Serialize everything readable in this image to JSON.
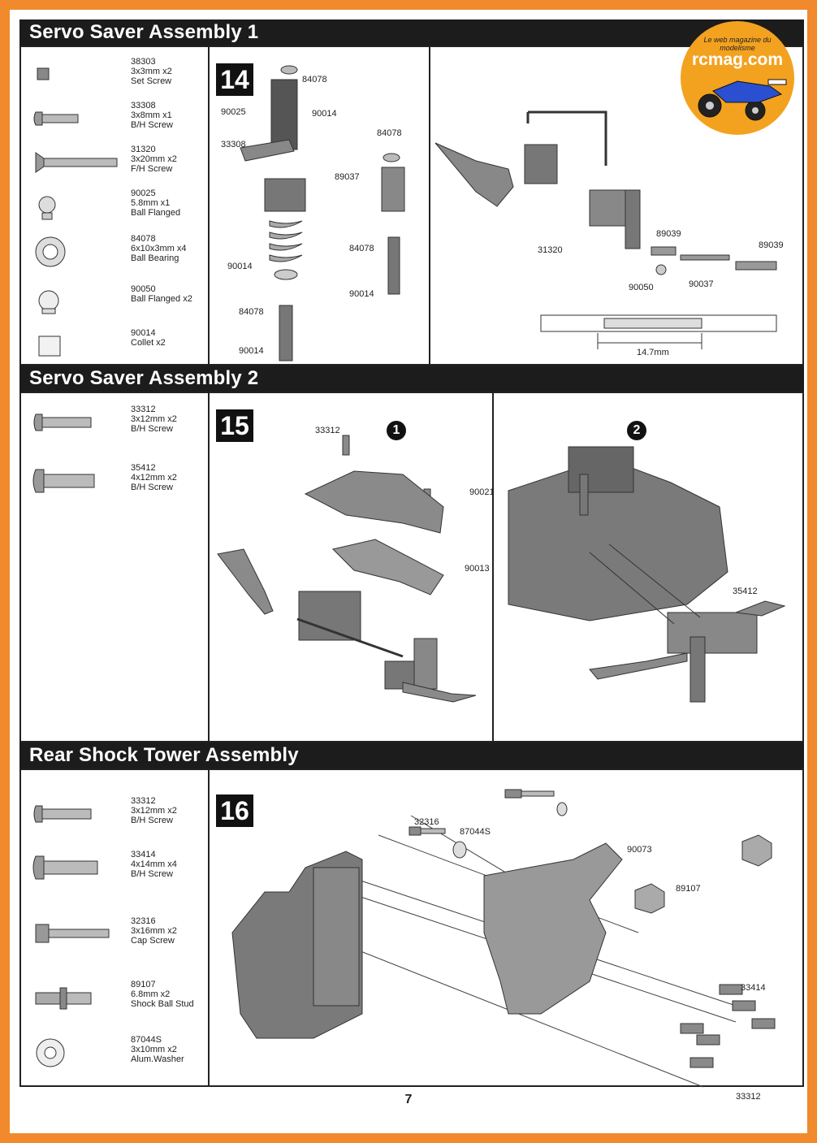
{
  "logo": {
    "tagline": "Le web magazine du modelisme",
    "name": "rcmag.com"
  },
  "sections": [
    {
      "title": "Servo Saver Assembly 1",
      "step": "14",
      "parts": [
        {
          "code": "38303",
          "size": "3x3mm x2",
          "name": "Set Screw",
          "icon": "set-screw-icon"
        },
        {
          "code": "33308",
          "size": "3x8mm x1",
          "name": "B/H Screw",
          "icon": "button-head-screw-icon"
        },
        {
          "code": "31320",
          "size": "3x20mm x2",
          "name": "F/H Screw",
          "icon": "flat-head-screw-icon"
        },
        {
          "code": "90025",
          "size": "5.8mm x1",
          "name": "Ball Flanged",
          "icon": "ball-flanged-icon"
        },
        {
          "code": "84078",
          "size": "6x10x3mm x4",
          "name": "Ball Bearing",
          "icon": "ball-bearing-icon"
        },
        {
          "code": "90050",
          "size": "",
          "name": "Ball Flanged x2",
          "icon": "ball-flanged-icon"
        },
        {
          "code": "90014",
          "size": "",
          "name": "Collet x2",
          "icon": "collet-icon"
        }
      ],
      "callouts": [
        "84078",
        "90014",
        "90025",
        "33308",
        "89037",
        "84078",
        "90014",
        "84078",
        "84078",
        "90014",
        "90014",
        "31320",
        "89039",
        "89039",
        "90050",
        "90037"
      ],
      "measure": "14.7mm"
    },
    {
      "title": "Servo Saver Assembly 2",
      "step": "15",
      "parts": [
        {
          "code": "33312",
          "size": "3x12mm x2",
          "name": "B/H Screw",
          "icon": "button-head-screw-icon"
        },
        {
          "code": "35412",
          "size": "4x12mm x2",
          "name": "B/H Screw",
          "icon": "button-head-screw-icon"
        }
      ],
      "substeps": [
        "1",
        "2"
      ],
      "callouts": [
        "33312",
        "90021",
        "90013",
        "35412"
      ]
    },
    {
      "title": "Rear Shock Tower Assembly",
      "step": "16",
      "parts": [
        {
          "code": "33312",
          "size": "3x12mm x2",
          "name": "B/H Screw",
          "icon": "button-head-screw-icon"
        },
        {
          "code": "33414",
          "size": "4x14mm x4",
          "name": "B/H Screw",
          "icon": "button-head-screw-icon"
        },
        {
          "code": "32316",
          "size": "3x16mm x2",
          "name": "Cap Screw",
          "icon": "cap-screw-icon"
        },
        {
          "code": "89107",
          "size": "6.8mm x2",
          "name": "Shock Ball Stud",
          "icon": "shock-ball-stud-icon"
        },
        {
          "code": "87044S",
          "size": "3x10mm x2",
          "name": "Alum.Washer",
          "icon": "washer-icon"
        }
      ],
      "callouts": [
        "32316",
        "87044S",
        "90073",
        "89107",
        "33414",
        "33312"
      ]
    }
  ],
  "page_number": "7"
}
